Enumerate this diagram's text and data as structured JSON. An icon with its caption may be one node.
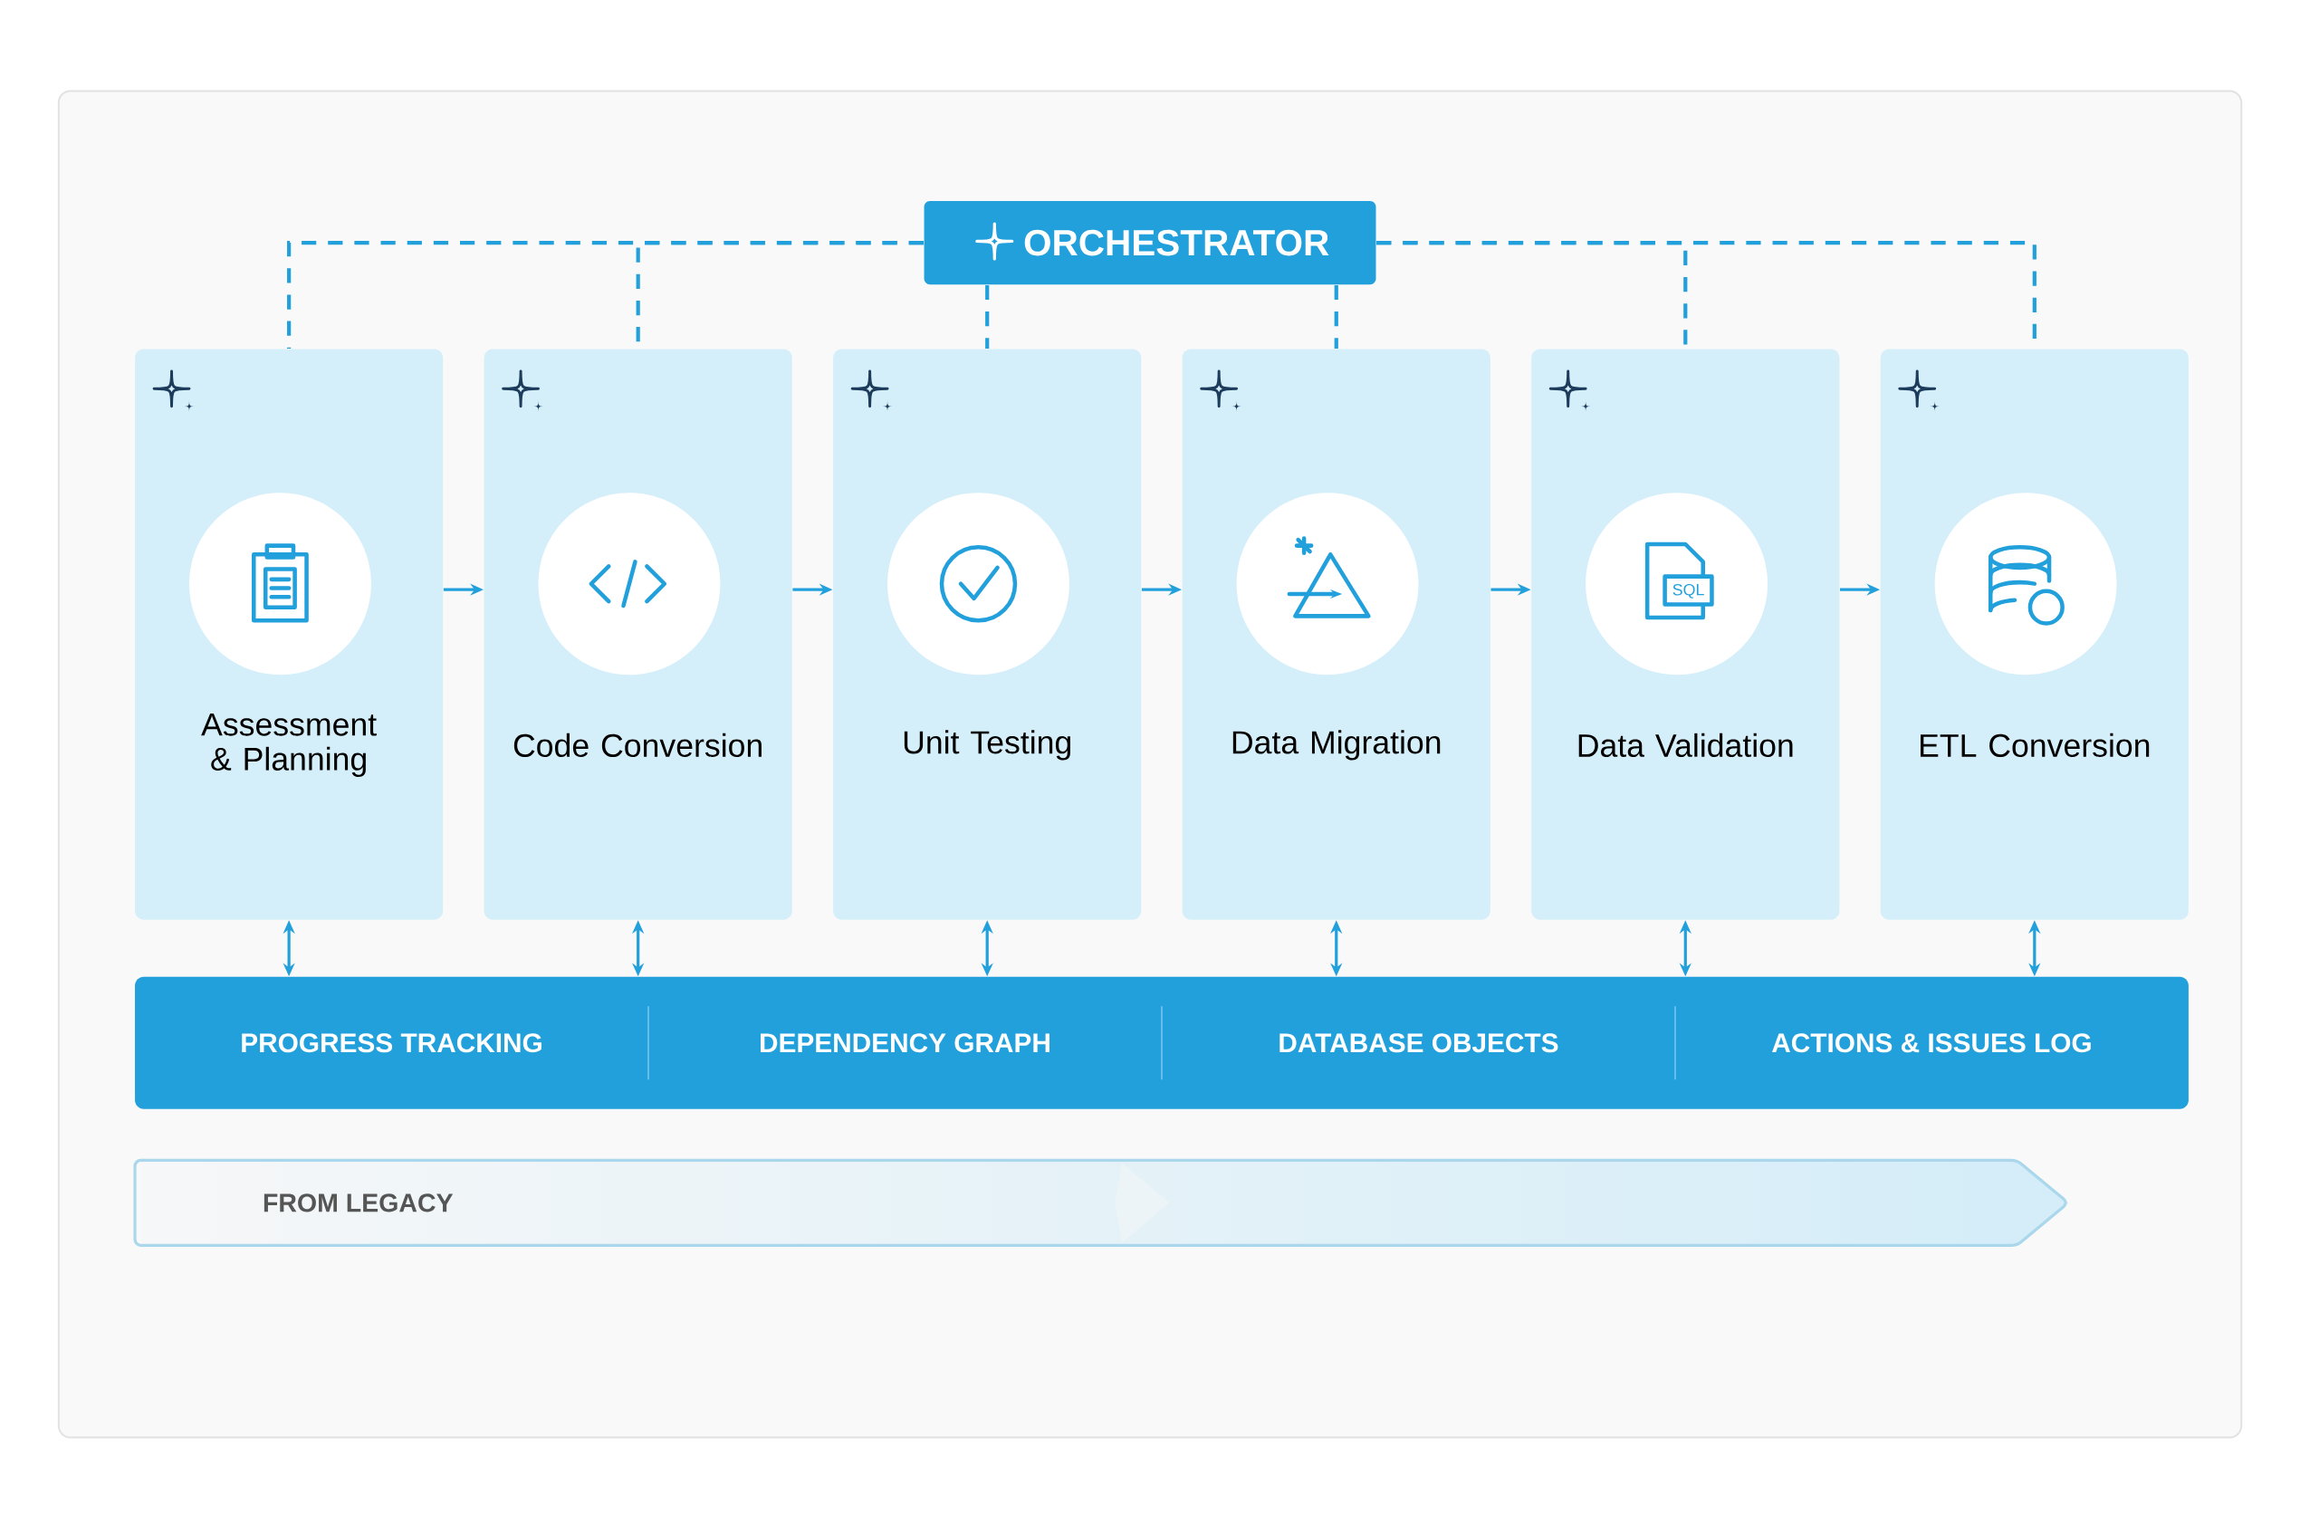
{
  "diagram": {
    "nodes": [
      {
        "text": [
          "ORCHESTRATOR"
        ]
      },
      {
        "text": [
          "Assessment & Planning"
        ]
      },
      {
        "text": [
          "Code Conversion"
        ]
      },
      {
        "text": [
          "Unit Testing"
        ]
      },
      {
        "text": [
          "Data Migration"
        ]
      },
      {
        "text": [
          "Data Validation"
        ]
      },
      {
        "text": [
          "ETL Conversion"
        ]
      },
      {
        "text": [
          "PROGRESS TRACKING",
          "DEPENDENCY GRAPH",
          "DATABASE OBJECTS",
          "ACTIONS & ISSUES LOG"
        ]
      },
      {
        "text": [
          "FROM LEGACY"
        ]
      }
    ],
    "edges": [
      {
        "from": 0,
        "to": 1,
        "arrow": "none",
        "style": "dashed"
      },
      {
        "from": 0,
        "to": 2,
        "arrow": "none",
        "style": "dashed"
      },
      {
        "from": 0,
        "to": 3,
        "arrow": "none",
        "style": "dashed"
      },
      {
        "from": 0,
        "to": 4,
        "arrow": "none",
        "style": "dashed"
      },
      {
        "from": 0,
        "to": 5,
        "arrow": "none",
        "style": "dashed"
      },
      {
        "from": 0,
        "to": 6,
        "arrow": "none",
        "style": "dashed"
      },
      {
        "from": 1,
        "to": 2,
        "arrow": "to"
      },
      {
        "from": 2,
        "to": 3,
        "arrow": "to"
      },
      {
        "from": 3,
        "to": 4,
        "arrow": "to"
      },
      {
        "from": 4,
        "to": 5,
        "arrow": "to"
      },
      {
        "from": 5,
        "to": 6,
        "arrow": "to"
      },
      {
        "from": 1,
        "to": 7,
        "arrow": "both"
      },
      {
        "from": 2,
        "to": 7,
        "arrow": "both"
      },
      {
        "from": 3,
        "to": 7,
        "arrow": "both"
      },
      {
        "from": 4,
        "to": 7,
        "arrow": "both"
      },
      {
        "from": 5,
        "to": 7,
        "arrow": "both"
      },
      {
        "from": 6,
        "to": 7,
        "arrow": "both"
      }
    ],
    "labels": [
      "SQL"
    ]
  }
}
